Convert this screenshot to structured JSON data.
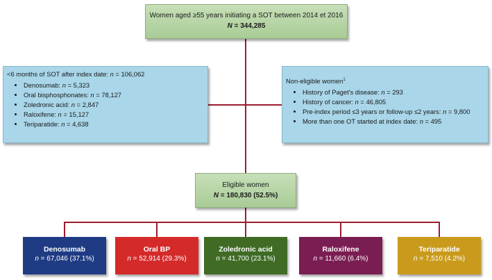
{
  "top_box": {
    "line1": "Women aged ≥55 years initiating a SOT between 2014 et 2016",
    "n_label": "N",
    "n_value": "= 344,285"
  },
  "left_box": {
    "header_prefix": "<6 months of SOT after index date: ",
    "header_n": "n",
    "header_value": " = 106,062",
    "items": [
      {
        "label": "Denosumab: ",
        "n": "n",
        "value": " = 5,323"
      },
      {
        "label": "Oral bisphosphonates: ",
        "n": "n",
        "value": " = 78,127"
      },
      {
        "label": "Zoledronic acid: ",
        "n": "n",
        "value": " = 2,847"
      },
      {
        "label": "Raloxifene: ",
        "n": "n",
        "value": " = 15,127"
      },
      {
        "label": "Teriparatide: ",
        "n": "n",
        "value": " = 4,638"
      }
    ]
  },
  "right_box": {
    "header": "Non-eligible women",
    "header_sup": "1",
    "items": [
      {
        "label": "History of Paget's disease: ",
        "n": "n",
        "value": " = 293"
      },
      {
        "label": "History of cancer: ",
        "n": "n",
        "value": " = 46,805"
      },
      {
        "label": "Pre-index period ≤3 years or follow-up ≤2 years: ",
        "n": "n",
        "value": " = 9,800"
      },
      {
        "label": "More than one OT started at index date: ",
        "n": "n",
        "value": " = 495"
      }
    ]
  },
  "eligible_box": {
    "line1": "Eligible women",
    "n_label": "N",
    "n_value": " = 180,830 (52.5%)"
  },
  "treatments": [
    {
      "name": "Denosumab",
      "n": "n",
      "value": " = 67,046 (37.1%)",
      "color": "#1f3b84"
    },
    {
      "name": "Oral BP",
      "n": "n",
      "value": " = 52,914 (29.3%)",
      "color": "#d42a2a"
    },
    {
      "name": "Zoledronic acid",
      "n": "n",
      "value": " = 41,700 (23.1%)",
      "color": "#3f6b25"
    },
    {
      "name": "Raloxifene",
      "n": "n",
      "value": " = 11,660 (6.4%)",
      "color": "#7a1d52"
    },
    {
      "name": "Teriparatide",
      "n": "n",
      "value": " = 7,510 (4.2%)",
      "color": "#c99a1b"
    }
  ],
  "colors": {
    "connector": "#9b1b30",
    "green_box": "#b6d5a4",
    "blue_box": "#a9d6e9"
  }
}
